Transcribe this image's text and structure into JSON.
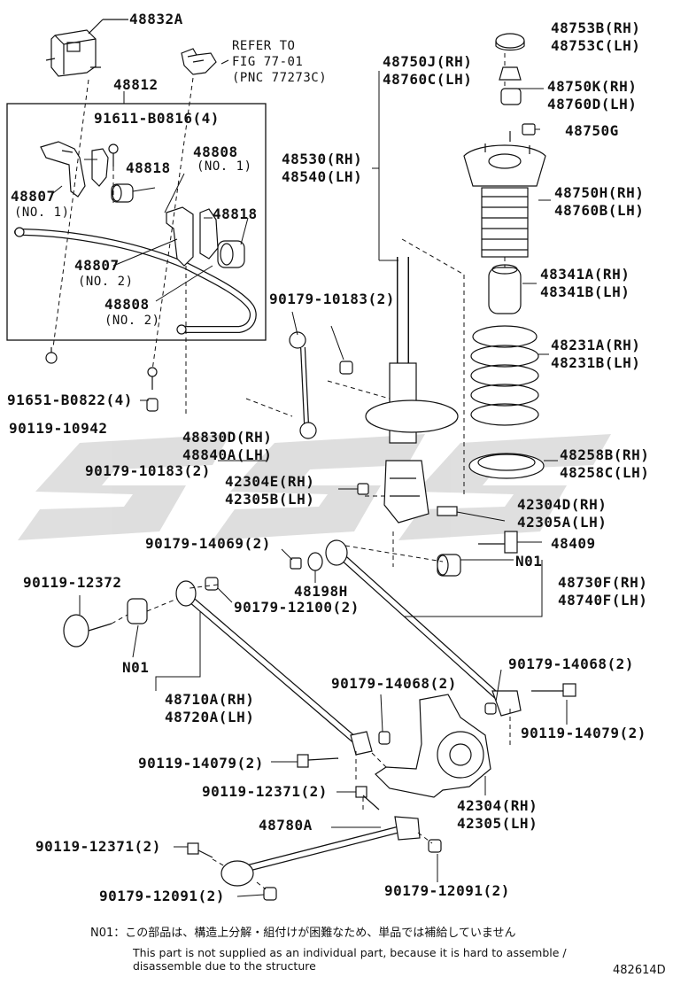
{
  "diagram": {
    "id": "482614D",
    "refer_note": [
      "REFER TO",
      "FIG 77-01",
      "(PNC 77273C)"
    ],
    "note_n01_jp": "N01：この部品は、構造上分解・組付けが困難なため、単品では補給していません",
    "note_n01_en": "This part is not supplied as an individual part, because it is hard to assemble /\ndisassemble due to the structure",
    "watermark": "SSS"
  },
  "parts": {
    "p48832A": "48832A",
    "p48812": "48812",
    "p91611": "91611-B0816(4)",
    "p48808": "48808",
    "p48808_no1": "(NO. 1)",
    "p48818a": "48818",
    "p48807a": "48807",
    "p48807a_no": "(NO. 1)",
    "p48818b": "48818",
    "p48807b": "48807",
    "p48807b_no": "(NO. 2)",
    "p48808b": "48808",
    "p48808b_no": "(NO. 2)",
    "p91651": "91651-B0822(4)",
    "p90119_10942": "90119-10942",
    "p48830D": "48830D(RH)",
    "p48840A": "48840A(LH)",
    "p90179_10183a": "90179-10183(2)",
    "p90179_10183b": "90179-10183(2)",
    "p48750J": "48750J(RH)",
    "p48760C": "48760C(LH)",
    "p48530": "48530(RH)",
    "p48540": "48540(LH)",
    "p48753B": "48753B(RH)",
    "p48753C": "48753C(LH)",
    "p48750K": "48750K(RH)",
    "p48760D": "48760D(LH)",
    "p48750G": "48750G",
    "p48750H": "48750H(RH)",
    "p48760B": "48760B(LH)",
    "p48341A": "48341A(RH)",
    "p48341B": "48341B(LH)",
    "p48231A": "48231A(RH)",
    "p48231B": "48231B(LH)",
    "p48258B": "48258B(RH)",
    "p48258C": "48258C(LH)",
    "p42304E": "42304E(RH)",
    "p42305B": "42305B(LH)",
    "p42304D": "42304D(RH)",
    "p42305A": "42305A(LH)",
    "p90179_14069": "90179-14069(2)",
    "p48409": "48409",
    "pN01a": "N01",
    "p48198H": "48198H",
    "p48730F": "48730F(RH)",
    "p48740F": "48740F(LH)",
    "p90119_12372": "90119-12372",
    "p90179_12100": "90179-12100(2)",
    "pN01b": "N01",
    "p48710A": "48710A(RH)",
    "p48720A": "48720A(LH)",
    "p90179_14068a": "90179-14068(2)",
    "p90179_14068b": "90179-14068(2)",
    "p90119_14079a": "90119-14079(2)",
    "p90119_14079b": "90119-14079(2)",
    "p90119_12371a": "90119-12371(2)",
    "p42304": "42304(RH)",
    "p42305": "42305(LH)",
    "p48780A": "48780A",
    "p90119_12371b": "90119-12371(2)",
    "p90179_12091a": "90179-12091(2)",
    "p90179_12091b": "90179-12091(2)"
  }
}
